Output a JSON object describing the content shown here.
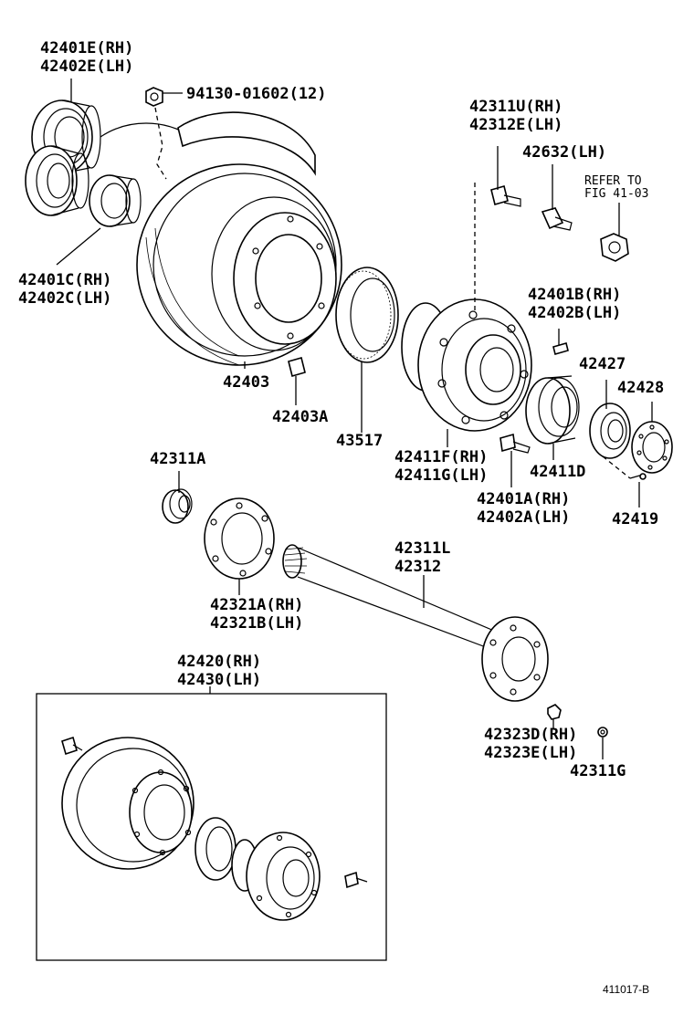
{
  "labels": {
    "p42401E": "42401E(RH)",
    "p42402E": "42402E(LH)",
    "p94130": "94130-01602(12)",
    "p42311U": "42311U(RH)",
    "p42312E": "42312E(LH)",
    "p42632": "42632(LH)",
    "refer_to": "REFER TO",
    "fig": "FIG 41-03",
    "p42401C": "42401C(RH)",
    "p42402C": "42402C(LH)",
    "p42401B": "42401B(RH)",
    "p42402B": "42402B(LH)",
    "p42403": "42403",
    "p42403A": "42403A",
    "p43517": "43517",
    "p42427": "42427",
    "p42428": "42428",
    "p42411F": "42411F(RH)",
    "p42411G": "42411G(LH)",
    "p42411D": "42411D",
    "p42311A": "42311A",
    "p42401A": "42401A(RH)",
    "p42402A": "42402A(LH)",
    "p42419": "42419",
    "p42311L": "42311L",
    "p42312": "42312",
    "p42321A": "42321A(RH)",
    "p42321B": "42321B(LH)",
    "p42420": "42420(RH)",
    "p42430": "42430(LH)",
    "p42323D": "42323D(RH)",
    "p42323E": "42323E(LH)",
    "p42311G": "42311G",
    "figure_code": "411017-B"
  }
}
